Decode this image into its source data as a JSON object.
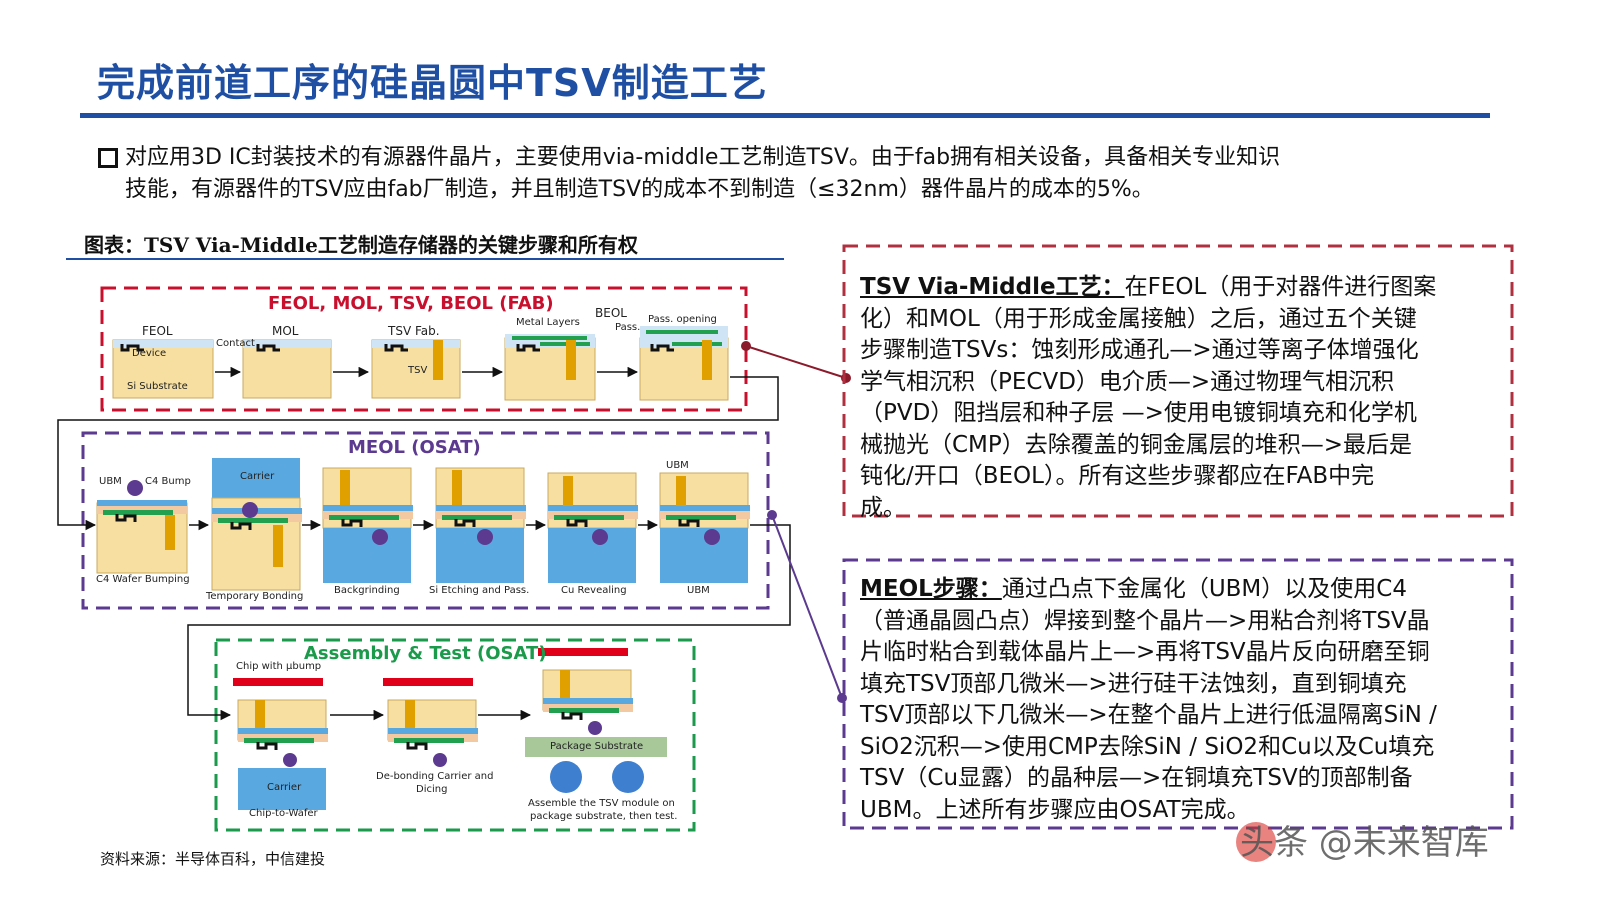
{
  "title": "完成前道工序的硅晶圆中TSV制造工艺",
  "intro": {
    "line1": "对应用3D IC封装技术的有源器件晶片，主要使用via-middle工艺制造TSV。由于fab拥有相关设备，具备相关专业知识",
    "line2": "技能，有源器件的TSV应由fab厂制造，并且制造TSV的成本不到制造（≤32nm）器件晶片的成本的5%。"
  },
  "figure": {
    "caption": "图表：TSV Via-Middle工艺制造存储器的关键步骤和所有权",
    "source": "资料来源：半导体百科，中信建投"
  },
  "sections": {
    "fab": {
      "title": "FEOL, MOL, TSV, BEOL (FAB)",
      "labels": [
        "FEOL",
        "Device",
        "Si Substrate",
        "Contact",
        "MOL",
        "TSV Fab.",
        "TSV",
        "Metal Layers",
        "BEOL",
        "Pass.",
        "Pass. opening"
      ]
    },
    "meol": {
      "title": "MEOL (OSAT)",
      "labels": [
        "UBM",
        "C4 Bump",
        "Carrier",
        "UBM"
      ],
      "captions": [
        "C4 Wafer Bumping",
        "Temporary Bonding",
        "Backgrinding",
        "Si Etching and Pass.",
        "Cu Revealing",
        "UBM"
      ]
    },
    "assembly": {
      "title": "Assembly  & Test (OSAT)",
      "labels": [
        "Chip with μbump",
        "Carrier",
        "Chip-to-Wafer",
        "De-bonding Carrier  and",
        "Dicing",
        "Package Substrate",
        "Assemble the TSV module on",
        "package substrate, then test."
      ]
    }
  },
  "panel_via_middle": {
    "head": "TSV Via-Middle工艺：",
    "lines": [
      "在FEOL（用于对器件进行图案",
      "化）和MOL（用于形成金属接触）之后，通过五个关键",
      "步骤制造TSVs：蚀刻形成通孔—>通过等离子体增强化",
      "学气相沉积（PECVD）电介质—>通过物理气相沉积",
      "（PVD）阻挡层和种子层 —>使用电镀铜填充和化学机",
      "械抛光（CMP）去除覆盖的铜金属层的堆积—>最后是",
      "钝化/开口（BEOL）。所有这些步骤都应在FAB中完",
      "成。"
    ]
  },
  "panel_meol": {
    "head": "MEOL步骤：",
    "lines": [
      "通过凸点下金属化（UBM）以及使用C4",
      "（普通晶圆凸点）焊接到整个晶片—>用粘合剂将TSV晶",
      "片临时粘合到载体晶片上—>再将TSV晶片反向研磨至铜",
      "填充TSV顶部几微米—>进行硅干法蚀刻，直到铜填充",
      "TSV顶部以下几微米—>在整个晶片上进行低温隔离SiN /",
      "SiO2沉积—>使用CMP去除SiN / SiO2和Cu以及Cu填充",
      "TSV（Cu显露）的晶种层—>在铜填充TSV的顶部制备",
      "UBM。上述所有步骤应由OSAT完成。"
    ]
  },
  "watermark": "头条 @未来智库",
  "colors": {
    "title_blue": "#1f4fa3",
    "fab_red": "#c8102e",
    "meol_purple": "#5b3a8f",
    "assembly_green": "#1a9a4a",
    "wafer_tan": "#f6dfa0",
    "carrier_blue": "#5aa8e0",
    "cu_gold": "#e0a000",
    "metal_green": "#22a050"
  }
}
